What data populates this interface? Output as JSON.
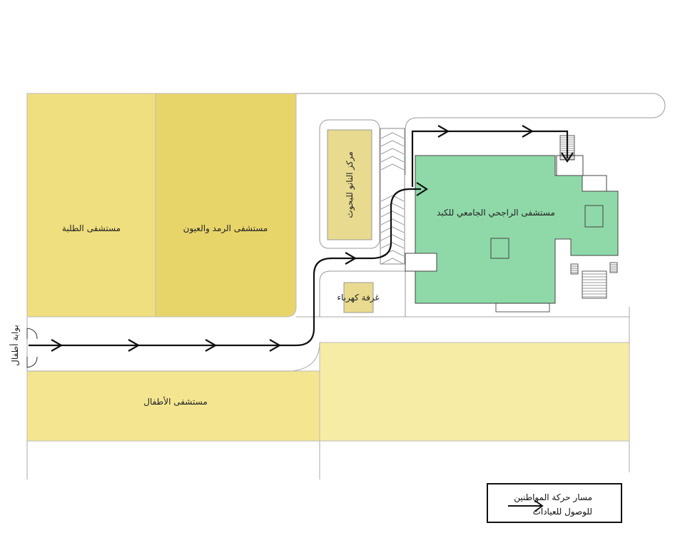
{
  "title": "مسار حركة المواطنين للوصول للعيادات",
  "colors": {
    "building_yellow": "#efdf7f",
    "building_dark_yellow": "#e8d56a",
    "building_light_yellow": "#f4e690",
    "building_pale_yellow": "#f6eca6",
    "liver_hospital_green": "#8fd9a8",
    "annex_tan": "#e8da8f",
    "path": "#111111"
  },
  "buildings": {
    "medicine_hospital": "مستشفى الطلبة",
    "eye_hospital": "مستشفى الرمد والعيون",
    "nano_center": "مركز النانو للبحوث",
    "liver_hospital": "مستشفى الراجحي الجامعي للكبد",
    "electric_room": "غرفة كهرباء",
    "children_hospital": "مستشفى الأطفال"
  },
  "gate": "بوابة أطفال",
  "legend": {
    "line1": "مسار حركة المواطنين",
    "line2": "للوصول للعيادات",
    "icon": "arrow-right-icon"
  }
}
